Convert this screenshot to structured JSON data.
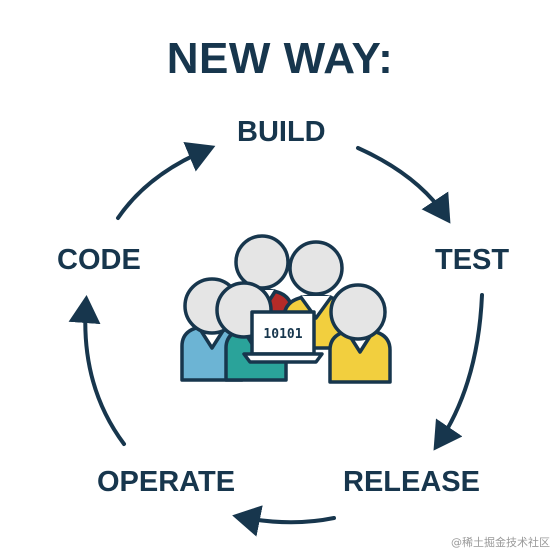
{
  "title": "NEW WAY:",
  "stages": {
    "build": "BUILD",
    "test": "TEST",
    "release": "RELEASE",
    "operate": "OPERATE",
    "code": "CODE"
  },
  "team": {
    "laptop_text": "10101"
  },
  "colors": {
    "dark_navy": "#17364d",
    "shirt_blue": "#6cb4d4",
    "shirt_teal": "#2aa39a",
    "shirt_red": "#b42b28",
    "shirt_yellow": "#f2cf3e",
    "head_gray": "#e5e5e5"
  },
  "watermark": "@稀土掘金技术社区"
}
